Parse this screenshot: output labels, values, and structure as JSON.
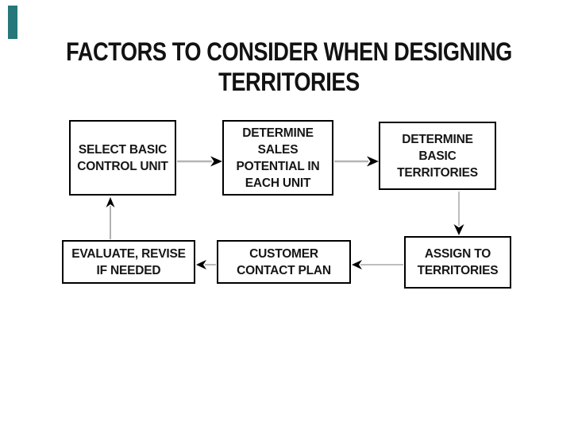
{
  "slide": {
    "title": "FACTORS TO CONSIDER WHEN DESIGNING\nTERRITORIES",
    "background_color": "#ffffff",
    "title_color": "#121212",
    "accent_bar_color": "#26787a",
    "box_border_color": "#000000",
    "box_text_color": "#161616",
    "connector_line_color": "#b5b5b5",
    "arrowhead_color": "#000000"
  },
  "diagram": {
    "nodes": [
      {
        "id": "select-basic-control-unit",
        "label": "SELECT BASIC\nCONTROL UNIT"
      },
      {
        "id": "determine-sales-potential",
        "label": "DETERMINE\nSALES\nPOTENTIAL IN\nEACH UNIT"
      },
      {
        "id": "determine-basic-territories",
        "label": "DETERMINE\nBASIC\nTERRITORIES"
      },
      {
        "id": "evaluate-revise-if-needed",
        "label": "EVALUATE, REVISE\nIF NEEDED"
      },
      {
        "id": "customer-contact-plan",
        "label": "CUSTOMER\nCONTACT PLAN"
      },
      {
        "id": "assign-to-territories",
        "label": "ASSIGN TO\nTERRITORIES"
      }
    ],
    "edges": [
      {
        "from": "select-basic-control-unit",
        "to": "determine-sales-potential",
        "direction": "right"
      },
      {
        "from": "determine-sales-potential",
        "to": "determine-basic-territories",
        "direction": "right"
      },
      {
        "from": "determine-basic-territories",
        "to": "assign-to-territories",
        "direction": "down"
      },
      {
        "from": "assign-to-territories",
        "to": "customer-contact-plan",
        "direction": "left"
      },
      {
        "from": "customer-contact-plan",
        "to": "evaluate-revise-if-needed",
        "direction": "left"
      },
      {
        "from": "evaluate-revise-if-needed",
        "to": "select-basic-control-unit",
        "direction": "up"
      }
    ]
  }
}
